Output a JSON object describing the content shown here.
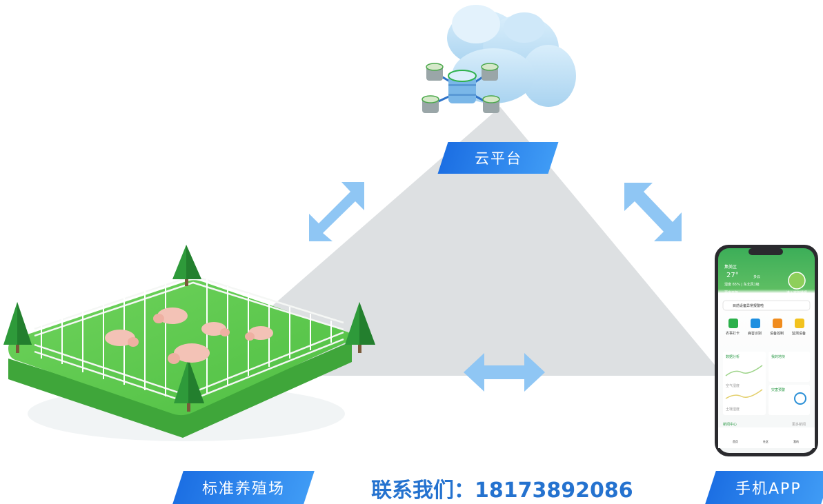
{
  "nodes": {
    "cloud_label": "云平台",
    "farm_label": "标准养殖场",
    "app_label": "手机APP"
  },
  "contact": {
    "text": "联系我们：18173892086"
  },
  "phone": {
    "location": "集美区",
    "temperature": "27°",
    "weather_extra": "多云",
    "humidity_line": "湿度 65% | 东北风1级",
    "forecast_link": "更多天气",
    "farm_link": "进入农气播报",
    "alert": "目前设备异常报警啦",
    "actions": [
      "农事打卡",
      "病害识别",
      "设备控制",
      "监测设备"
    ],
    "card_data": "数据分析",
    "card_tasks": "我的地块",
    "card_air": "空气湿度",
    "card_soil": "土壤湿度",
    "card_warn": "灾害预警",
    "news": "新闻中心",
    "news_more": "更多新闻",
    "tabs": [
      "首页",
      "社区",
      "我的"
    ],
    "colors": {
      "header_green": "#3aa856",
      "accent_green": "#27b34a"
    }
  },
  "colors": {
    "triangle": "#dde0e2",
    "arrow": "#8fc6f4",
    "label_start": "#1c6fe3",
    "label_end": "#3f9bf5",
    "contact": "#2472cf",
    "grass": "#5ecb4f"
  }
}
